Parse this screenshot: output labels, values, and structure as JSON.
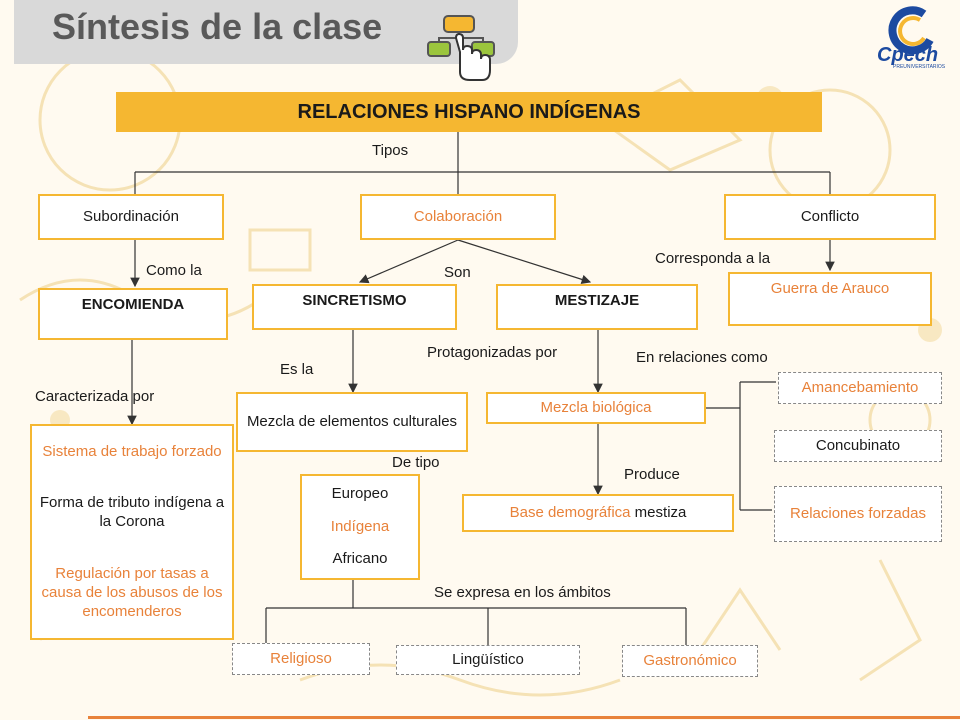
{
  "header": {
    "title": "Síntesis de la clase",
    "icon": "flowchart-hand-icon",
    "logo_text": "Cpech",
    "logo_sub": "PREUNIVERSITARIOS"
  },
  "colors": {
    "accent": "#f5b731",
    "orange_text": "#e8823a",
    "header_bg": "#d9d9d9",
    "logo_blue": "#1c4aa0"
  },
  "diagram": {
    "root": "RELACIONES HISPANO INDÍGENAS",
    "types_label": "Tipos",
    "subordinacion": "Subordinación",
    "colaboracion": "Colaboración",
    "conflicto": "Conflicto",
    "como_la": "Como la",
    "encomienda": "ENCOMIENDA",
    "son": "Son",
    "sincretismo": "SINCRETISMO",
    "mestizaje": "MESTIZAJE",
    "corresponda": "Corresponda a la",
    "guerra": "Guerra de Arauco",
    "caracterizada": "Caracterizada por",
    "enc_1": "Sistema de trabajo forzado",
    "enc_2": "Forma de tributo indígena a la Corona",
    "enc_3": "Regulación por tasas a causa de los abusos de los encomenderos",
    "es_la": "Es la",
    "mezcla_cult": "Mezcla de elementos culturales",
    "protagonizadas": "Protagonizadas por",
    "mezcla_bio": "Mezcla biológica",
    "en_relaciones": "En relaciones como",
    "amancebamiento": "Amancebamiento",
    "concubinato": "Concubinato",
    "relaciones_forzadas": "Relaciones forzadas",
    "de_tipo": "De tipo",
    "tipo_1": "Europeo",
    "tipo_2": "Indígena",
    "tipo_3": "Africano",
    "produce": "Produce",
    "base_1": "Base demográfica",
    "base_2": " mestiza",
    "se_expresa": "Se expresa en los ámbitos",
    "religioso": "Religioso",
    "linguistico": "Lingüístico",
    "gastronomico": "Gastronómico"
  }
}
